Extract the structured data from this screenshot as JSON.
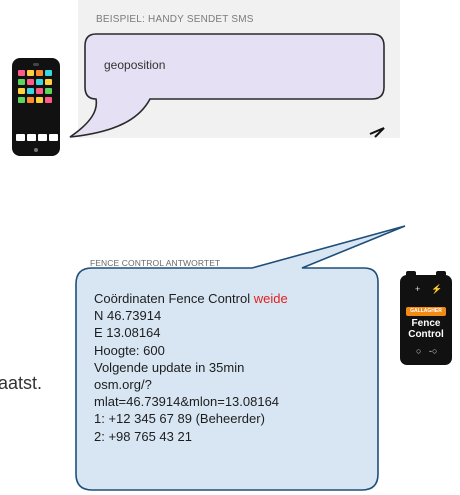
{
  "sms_example": {
    "caption": "BEISPIEL: HANDY SENDET SMS",
    "message": "geoposition"
  },
  "fence_answer": {
    "caption": "FENCE CONTROL ANTWORTET",
    "title_prefix": "Coördinaten Fence Control",
    "title_highlight": "weide",
    "lines": [
      "N 46.73914",
      "E 13.08164",
      "Hoogte: 600",
      "Volgende update in 35min",
      "osm.org/?",
      "mlat=46.73914&mlon=13.08164",
      "1: +12 345 67 89 (Beheerder)",
      "2: +98 765 43 21"
    ]
  },
  "background_text": "laatst.",
  "device": {
    "brand": "GALLAGHER",
    "name_line1": "Fence",
    "name_line2": "Control"
  },
  "colors": {
    "sms_bubble": "#e5e0f3",
    "answer_bubble": "#d8e6f4",
    "answer_border": "#1f4e79",
    "highlight": "#e0201c",
    "device_accent": "#f28a16"
  },
  "icons": {
    "phone": "smartphone-icon",
    "device": "fence-control-device-icon"
  }
}
